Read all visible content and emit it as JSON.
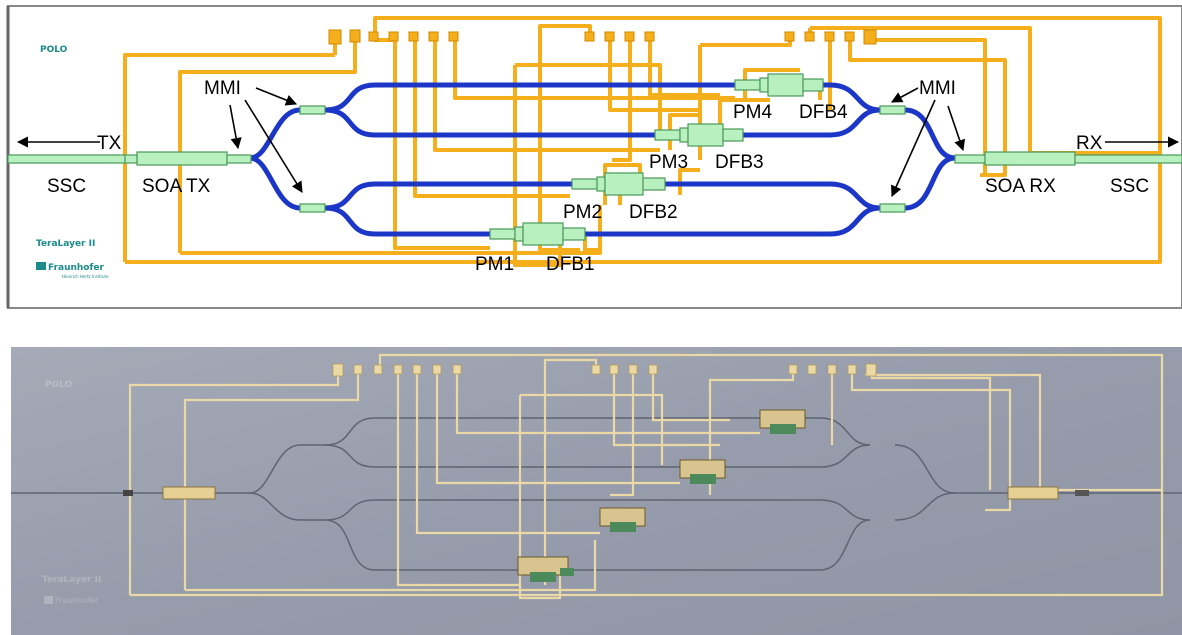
{
  "colors": {
    "waveguide": "#1c36c8",
    "metal": "#f5ae1c",
    "component_fill": "#b8f0c0",
    "component_stroke": "#4a9a5a",
    "logo_text": "#1a8a8a",
    "photo_bg": "#9aa0ac",
    "photo_metal": "#ead9a6"
  },
  "diagram": {
    "polo_text": "POLO",
    "terabyer_text": "TeraLayer II",
    "fraunhofer_text": "Fraunhofer",
    "fraunhofer_sub": "Heinrich Hertz Institute",
    "labels": {
      "tx": "TX",
      "rx": "RX",
      "ssc_left": "SSC",
      "ssc_right": "SSC",
      "soa_tx": "SOA TX",
      "soa_rx": "SOA RX",
      "mmi_left": "MMI",
      "mmi_right": "MMI",
      "pm1": "PM1",
      "dfb1": "DFB1",
      "pm2": "PM2",
      "dfb2": "DFB2",
      "pm3": "PM3",
      "dfb3": "DFB3",
      "pm4": "PM4",
      "dfb4": "DFB4"
    }
  },
  "photo": {
    "polo_text": "POLO",
    "terabyer_text": "TeraLayer II",
    "fraunhofer_text": "Fraunhofer"
  }
}
